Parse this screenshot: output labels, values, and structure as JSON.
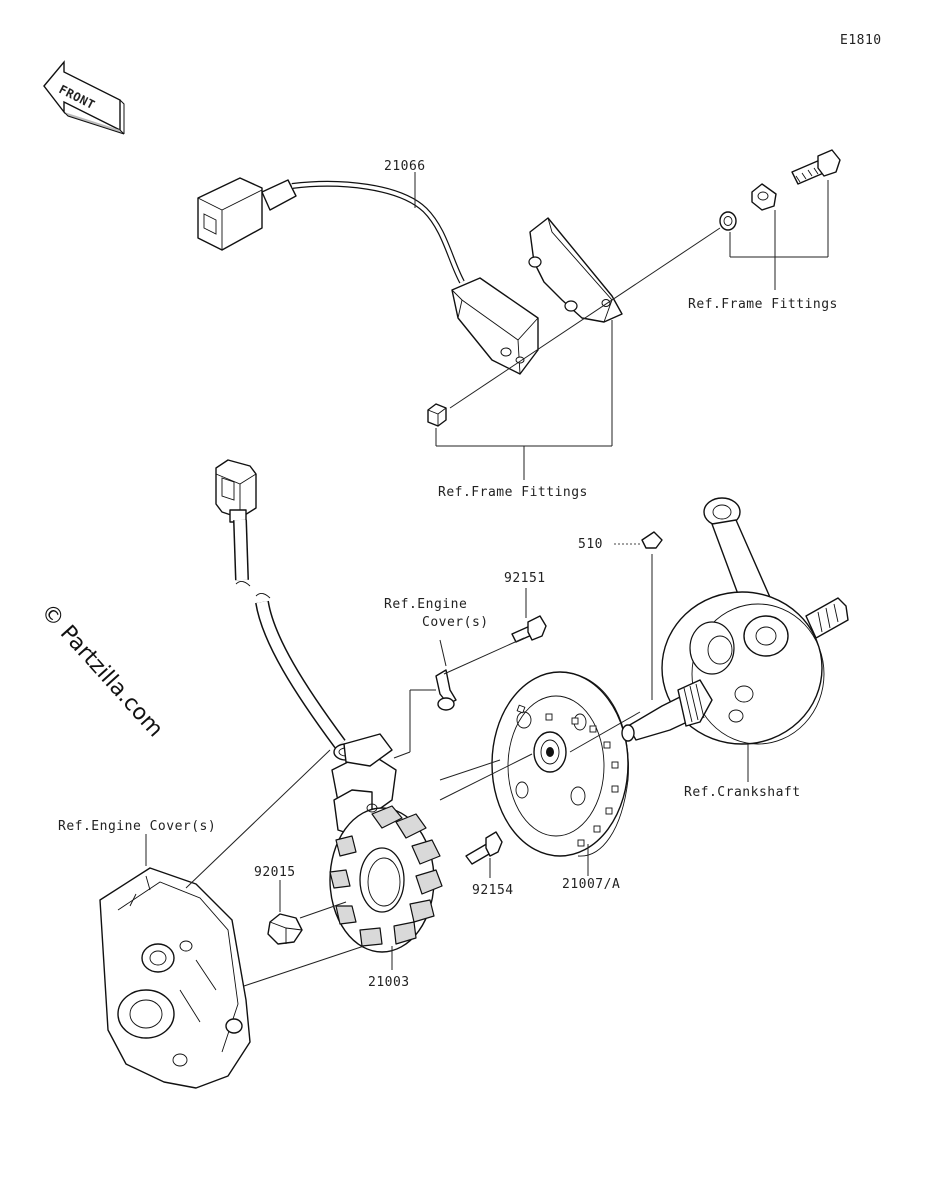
{
  "diagram_id": "E1810",
  "front_label": "FRONT",
  "watermark": "© Partzilla.com",
  "labels": {
    "p21066": "21066",
    "ref_frame_fittings_top": "Ref.Frame Fittings",
    "ref_frame_fittings_mid": "Ref.Frame Fittings",
    "p510": "510",
    "p92151": "92151",
    "ref_engine_cover_small_1": "Ref.Engine",
    "ref_engine_cover_small_2": "Cover(s)",
    "ref_crankshaft": "Ref.Crankshaft",
    "ref_engine_cover_big": "Ref.Engine Cover(s)",
    "p92015": "92015",
    "p92154": "92154",
    "p21007a": "21007/A",
    "p21003": "21003"
  }
}
